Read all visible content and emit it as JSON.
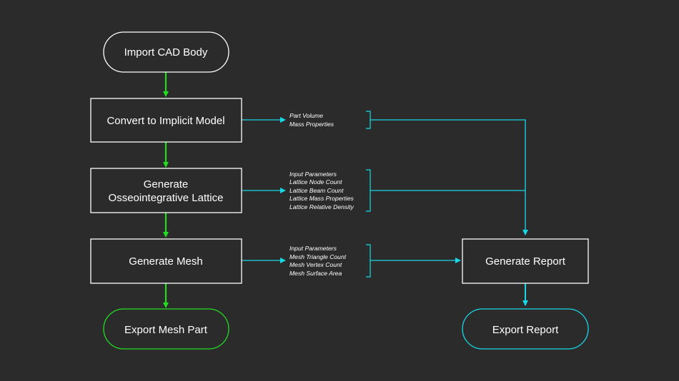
{
  "nodes": {
    "import_cad_body": "Import CAD Body",
    "convert_implicit": "Convert to Implicit Model",
    "generate_lattice_line1": "Generate",
    "generate_lattice_line2": "Osseointegrative Lattice",
    "generate_mesh": "Generate Mesh",
    "export_mesh_part": "Export Mesh Part",
    "generate_report": "Generate Report",
    "export_report": "Export Report"
  },
  "outputs": {
    "implicit_model": [
      "Part Volume",
      "Mass Properties"
    ],
    "lattice": [
      "Input Parameters",
      "Lattice Node Count",
      "Lattice Beam Count",
      "Lattice Mass Properties",
      "Lattice Relative Density"
    ],
    "mesh": [
      "Input Parameters",
      "Mesh Triangle Count",
      "Mesh Vertex Count",
      "Mesh Surface Area"
    ]
  },
  "colors": {
    "background": "#2b2b2b",
    "main_flow": "#22dd22",
    "report_flow": "#18d8e8",
    "node_border": "#ffffff"
  }
}
